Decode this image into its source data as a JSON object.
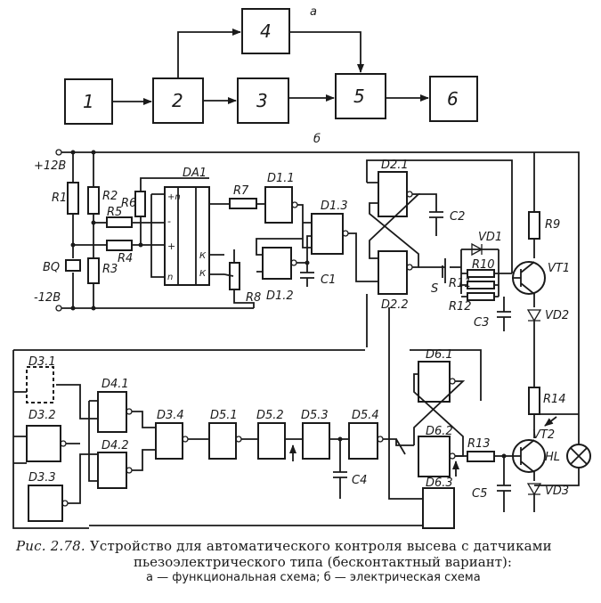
{
  "functional": {
    "part_label": "а",
    "blocks": [
      "1",
      "2",
      "3",
      "4",
      "5",
      "6"
    ]
  },
  "electrical": {
    "part_label": "б",
    "supply_plus": "+12В",
    "supply_minus": "-12В",
    "resistors": [
      "R1",
      "R2",
      "R3",
      "R4",
      "R5",
      "R6",
      "R7",
      "R8",
      "R9",
      "R10",
      "R11",
      "R12",
      "R13",
      "R14"
    ],
    "capacitors": [
      "C1",
      "C2",
      "C3",
      "C4",
      "C5"
    ],
    "diodes": [
      "VD1",
      "VD2",
      "VD3"
    ],
    "transistors": [
      "VT1",
      "VT2"
    ],
    "opamp": "DA1",
    "opamp_pins": [
      "+n",
      "-",
      "+",
      "n",
      "К",
      "К"
    ],
    "sensor": "ВQ",
    "switch": "S",
    "lamp": "HL",
    "gates": [
      "D1.1",
      "D1.2",
      "D1.3",
      "D2.1",
      "D2.2",
      "D3.1",
      "D3.2",
      "D3.3",
      "D3.4",
      "D4.1",
      "D4.2",
      "D5.1",
      "D5.2",
      "D5.3",
      "D5.4",
      "D6.1",
      "D6.2",
      "D6.3"
    ]
  },
  "caption": {
    "prefix": "Рис. 2.78.",
    "line1": "Устройство для автоматического контроля высева с датчиками",
    "line2": "пьезоэлектрического типа (бесконтактный вариант):",
    "line3": "а — функциональная схема; б — электрическая схема"
  }
}
